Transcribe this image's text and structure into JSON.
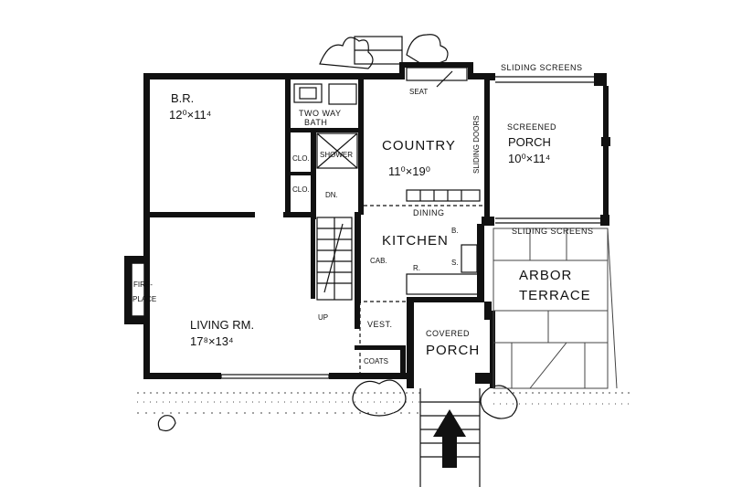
{
  "rooms": {
    "bedroom": {
      "name": "B.R.",
      "dims": "12⁰×11⁴"
    },
    "bath": {
      "name_line1": "TWO WAY",
      "name_line2": "BATH"
    },
    "shower": {
      "name": "SHOWER"
    },
    "closet1": {
      "name": "CLO."
    },
    "closet2": {
      "name": "CLO."
    },
    "down": {
      "name": "DN."
    },
    "country": {
      "name": "COUNTRY",
      "dims": "11⁰×19⁰"
    },
    "seat": {
      "name": "SEAT"
    },
    "sliding_doors": {
      "name": "SLIDING DOORS"
    },
    "screened_porch": {
      "name_line1": "SCREENED",
      "name_line2": "PORCH",
      "dims": "10⁰×11⁴"
    },
    "sliding_screens_top": {
      "name": "SLIDING SCREENS"
    },
    "sliding_screens_mid": {
      "name": "SLIDING SCREENS"
    },
    "dining": {
      "name": "DINING"
    },
    "kitchen": {
      "name": "KITCHEN"
    },
    "cab": {
      "name": "CAB."
    },
    "b_mark": {
      "name": "B."
    },
    "s_mark": {
      "name": "S."
    },
    "r_mark": {
      "name": "R."
    },
    "fireplace": {
      "name_line1": "FIRE-",
      "name_line2": "PLACE"
    },
    "living": {
      "name": "LIVING RM.",
      "dims": "17⁸×13⁴"
    },
    "up": {
      "name": "UP"
    },
    "vest": {
      "name": "VEST."
    },
    "coats": {
      "name": "COATS"
    },
    "covered_porch": {
      "name_line1": "COVERED",
      "name_line2": "PORCH"
    },
    "arbor_terrace": {
      "name_line1": "ARBOR",
      "name_line2": "TERRACE"
    }
  },
  "colors": {
    "ink": "#111111",
    "paper": "#ffffff"
  }
}
